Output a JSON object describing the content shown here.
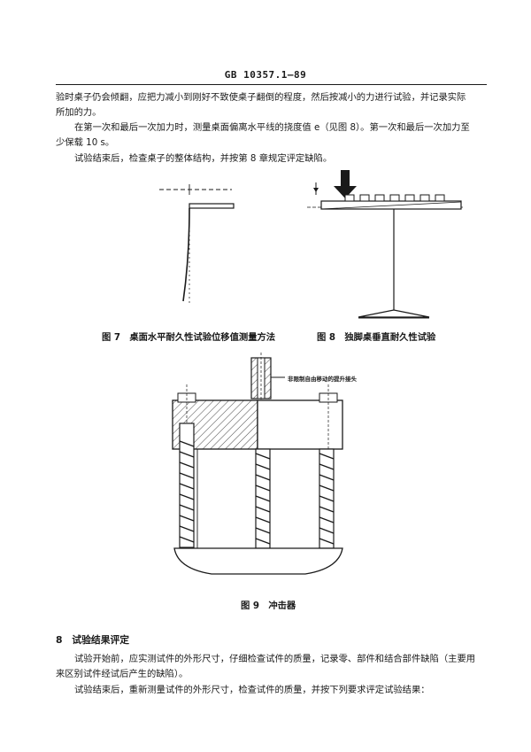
{
  "header": {
    "code": "GB 10357.1—89"
  },
  "paragraphs": {
    "p1_line1": "验时桌子仍会倾翻，应把力减小到刚好不致使桌子翻倒的程度，然后按减小的力进行试验，并记录实际",
    "p1_line2": "所加的力。",
    "p2_line1": "在第一次和最后一次加力时，测量桌面偏离水平线的挠度值 e（见图 8）。第一次和最后一次加力至",
    "p2_line2": "少保载 10 s。",
    "p3_line1": "试验结束后，检查桌子的整体结构，并按第 8 章规定评定缺陷。"
  },
  "figures": {
    "fig7_caption": "图 7　桌面水平耐久性试验位移值测量方法",
    "fig8_caption": "图 8　独脚桌垂直耐久性试验",
    "fig9_annotation": "非限制自由移动的提升接头",
    "fig9_caption": "图 9　冲击器"
  },
  "section8": {
    "title": "8　试验结果评定",
    "p1_line1": "试验开始前，应实测试件的外形尺寸，仔细检查试件的质量，记录零、部件和结合部件缺陷（主要用",
    "p1_line2": "来区别试件经试后产生的缺陷）。",
    "p2_line1": "试验结束后，重新测量试件的外形尺寸，检查试件的质量，并按下列要求评定试验结果："
  }
}
